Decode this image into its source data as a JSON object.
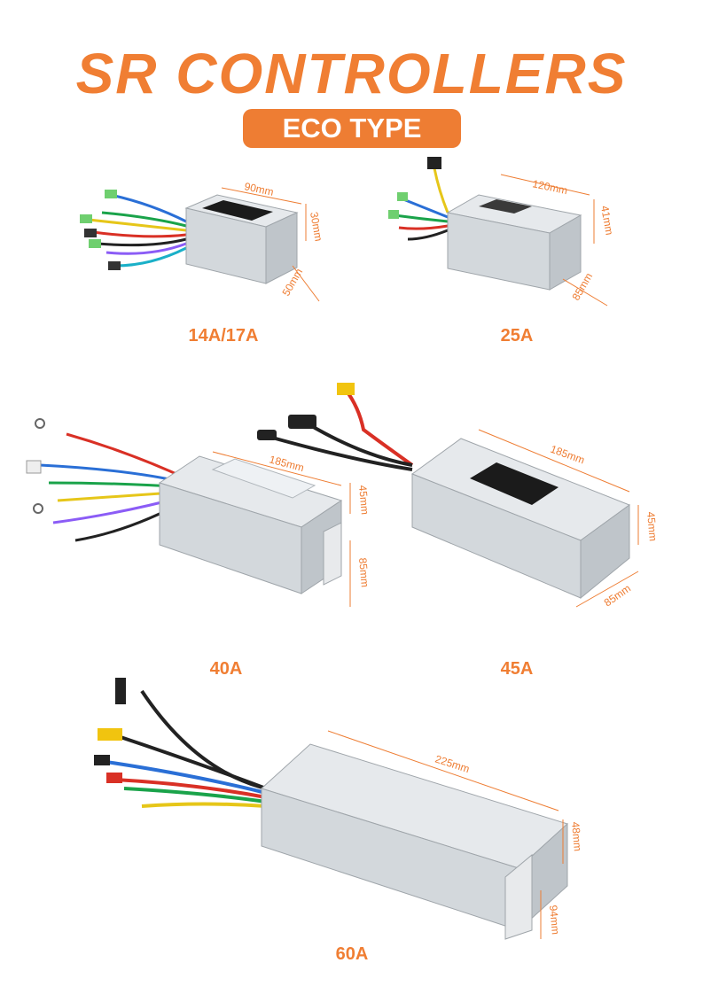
{
  "header": {
    "title": "SR CONTROLLERS",
    "subtitle": "ECO TYPE"
  },
  "colors": {
    "accent": "#EE7D33",
    "box": "#D9DDE0",
    "box_dark": "#9FA5AA"
  },
  "products": [
    {
      "label": "14A/17A",
      "dims": {
        "length": "90mm",
        "height": "30mm",
        "width": "50mm"
      }
    },
    {
      "label": "25A",
      "dims": {
        "length": "120mm",
        "height": "41mm",
        "width": "85mm"
      }
    },
    {
      "label": "40A",
      "dims": {
        "length": "185mm",
        "height": "45mm",
        "width": "85mm"
      }
    },
    {
      "label": "45A",
      "dims": {
        "length": "185mm",
        "height": "45mm",
        "width": "85mm"
      }
    },
    {
      "label": "60A",
      "dims": {
        "length": "225mm",
        "height": "48mm",
        "width": "94mm"
      }
    }
  ]
}
